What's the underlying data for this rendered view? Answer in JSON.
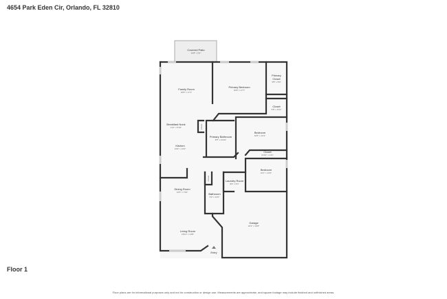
{
  "header": {
    "address": "4654 Park Eden Cir, Orlando, FL 32810"
  },
  "floor_label": "Floor 1",
  "disclaimer": "Floor plans are for informational purposes only and not for construction or design use. Measurements are approximate, and square footage may include finished and unfinished areas.",
  "rooms": [
    {
      "name": "Covered Patio",
      "dims": "13'8\" x 6'4\""
    },
    {
      "name": "Family Room",
      "dims": "16'8\" x 17'1\""
    },
    {
      "name": "Primary Bedroom",
      "dims": "16'8\" x 17'7\""
    },
    {
      "name": "Primary Closet",
      "dims": "5'8\" x 8'9\""
    },
    {
      "name": "Closet",
      "dims": "5'8\" x 4'10\""
    },
    {
      "name": "Breakfast Nook",
      "dims": "11'4\" x 5'10\""
    },
    {
      "name": "Primary Bathroom",
      "dims": "8'5\" x 10'10\""
    },
    {
      "name": "Bedroom",
      "dims": "10'5\" x 12'1\""
    },
    {
      "name": "Kitchen",
      "dims": "13'9\" x 13'4\""
    },
    {
      "name": "Closet",
      "dims": "11'10\" x 1'11\""
    },
    {
      "name": "Bedroom",
      "dims": "12'1\" x 12'2\""
    },
    {
      "name": "Laundry Room",
      "dims": "8'6\" x 5'4\""
    },
    {
      "name": "Dining Room",
      "dims": "12'5\" x 7'10\""
    },
    {
      "name": "Bathroom",
      "dims": "9'2\" x 12'0\""
    },
    {
      "name": "Garage",
      "dims": "22'2\" x 19'8\""
    },
    {
      "name": "Living Room",
      "dims": "18'11\" x 14'8\""
    }
  ],
  "small_labels": {
    "pantry": "Closet",
    "bath_closet": "Closet",
    "entry": "Entry"
  }
}
